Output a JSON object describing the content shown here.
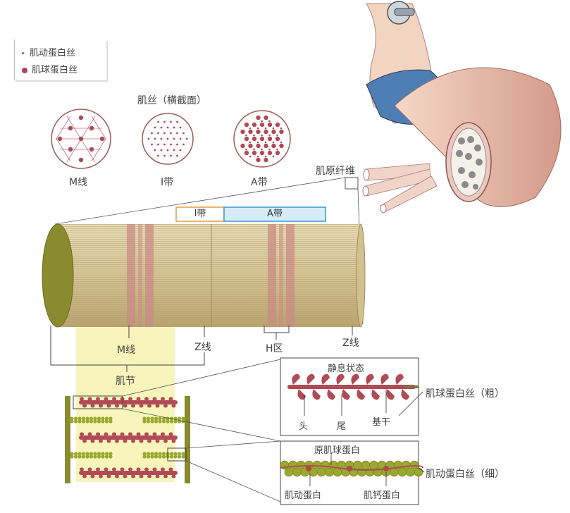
{
  "legend": {
    "actin": "肌动蛋白丝",
    "myosin": "肌球蛋白丝"
  },
  "cross_section": {
    "title": "肌丝（横截面）",
    "m_line": "M线",
    "i_band": "I带",
    "a_band": "A带"
  },
  "myofibril": {
    "label": "肌原纤维",
    "i_band": "I带",
    "a_band": "A带",
    "m_line": "M线",
    "z_line_1": "Z线",
    "h_zone": "H区",
    "z_line_2": "Z线",
    "sarcomere": "肌节"
  },
  "myosin_detail": {
    "state": "静息状态",
    "head": "头",
    "tail": "尾",
    "backbone": "基干",
    "title": "肌球蛋白丝（粗）"
  },
  "actin_detail": {
    "tropomyosin": "原肌球蛋白",
    "actin": "肌动蛋白",
    "troponin": "肌钙蛋白",
    "title": "肌动蛋白丝（细）"
  },
  "colors": {
    "myosin": "#b04a55",
    "actin_bead": "#9aa82e",
    "fibril_body": "#d8c89c",
    "fibril_end": "#8a8a2e",
    "highlight": "#f6f3b8",
    "i_band_box": "#e0a040",
    "a_band_box": "#3a9ad0",
    "a_band_fill": "#d6ecf6"
  }
}
